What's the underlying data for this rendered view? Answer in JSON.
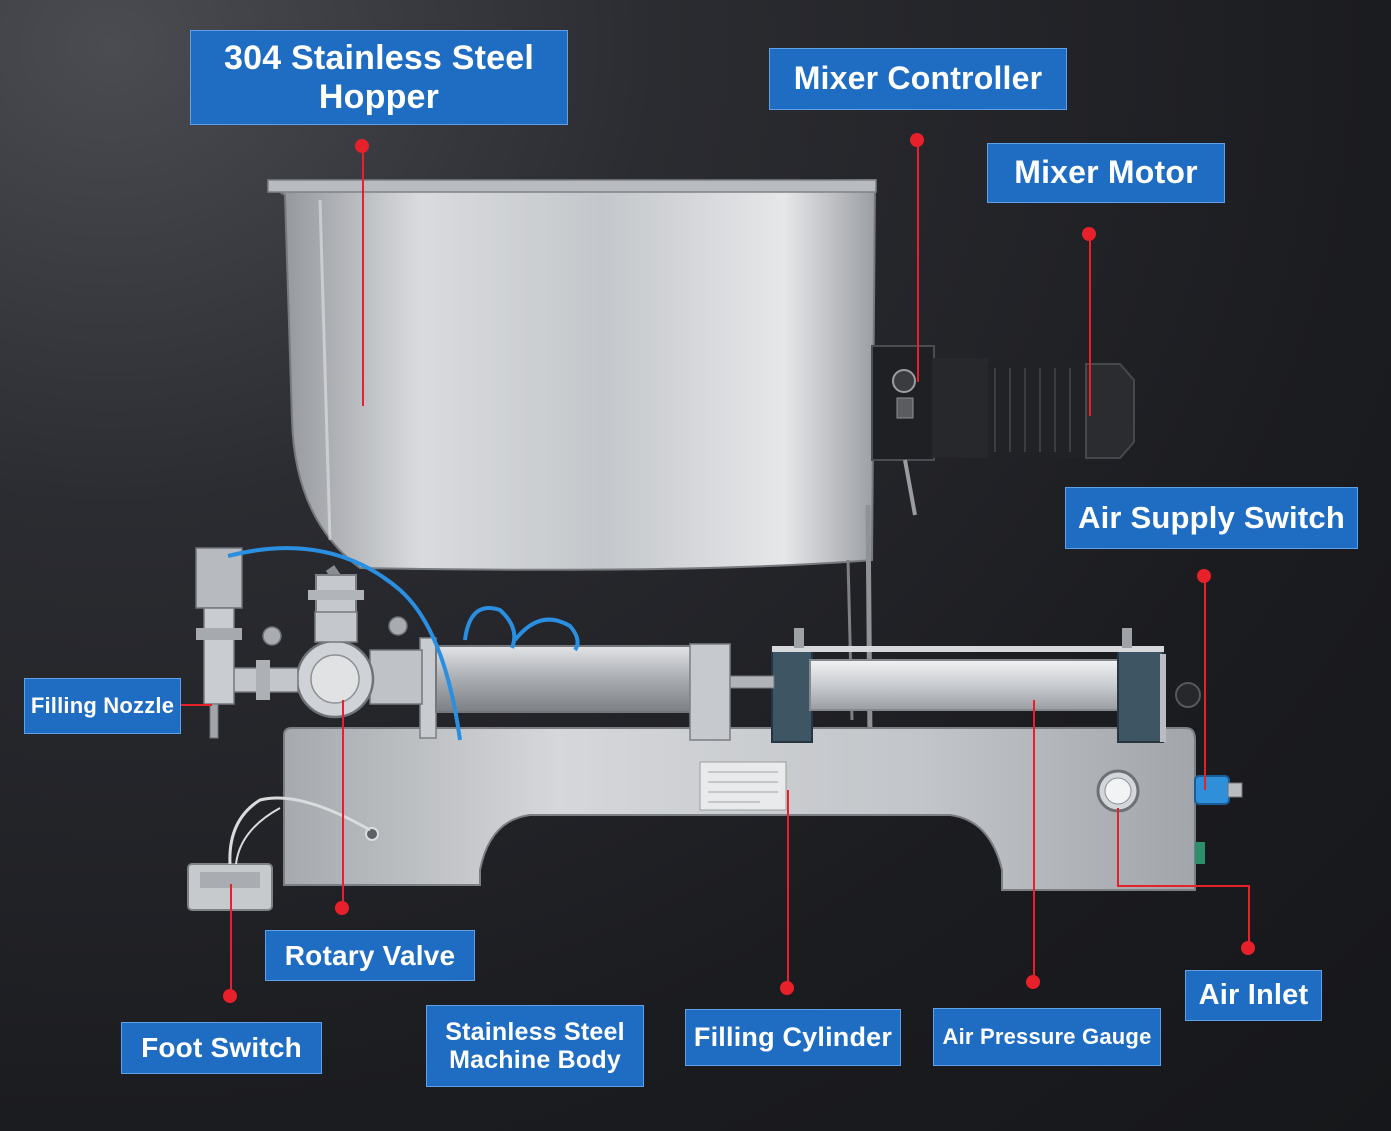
{
  "colors": {
    "label_bg": "#1f6cc3",
    "label_text": "#ffffff",
    "marker": "#e8202a",
    "background": "#1b1c20",
    "steel": "#c9ccd0",
    "tubing": "#2a8fe0"
  },
  "labels": {
    "hopper": "304 Stainless Steel Hopper",
    "mixer_controller": "Mixer Controller",
    "mixer_motor": "Mixer Motor",
    "air_supply_switch": "Air Supply Switch",
    "filling_nozzle": "Filling Nozzle",
    "rotary_valve": "Rotary Valve",
    "foot_switch": "Foot Switch",
    "machine_body": "Stainless Steel Machine Body",
    "filling_cylinder": "Filling Cylinder",
    "air_pressure_gauge": "Air Pressure Gauge",
    "air_inlet": "Air Inlet"
  }
}
